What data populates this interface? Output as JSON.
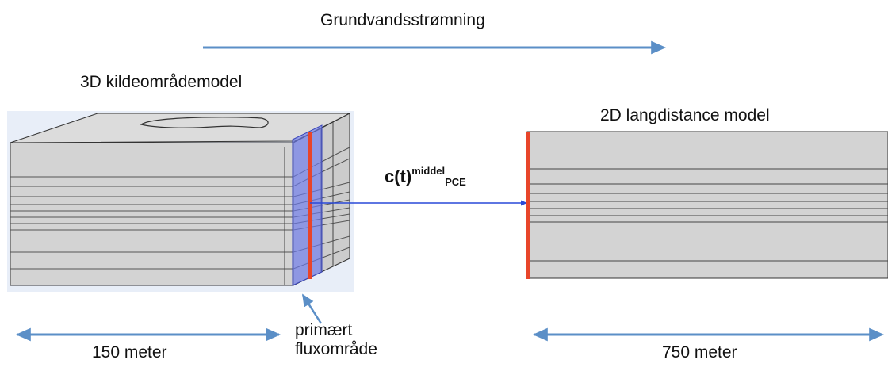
{
  "title": "Grundvandsstrømning",
  "model_3d": {
    "label": "3D kildeområdemodel",
    "width_label": "150 meter"
  },
  "model_2d": {
    "label": "2D langdistance model",
    "width_label": "750 meter"
  },
  "flux_zone": {
    "line1": "primært",
    "line2": "fluxområde"
  },
  "transfer": {
    "base": "c(t)",
    "superscript": "middel",
    "subscript": "PCE"
  },
  "colors": {
    "arrow": "#5b8fc7",
    "box_fill": "#d3d3d3",
    "box_top": "#dedede",
    "layer_line": "#555555",
    "red_boundary": "#e8452a",
    "flux_band": "#6d7bf0",
    "connector": "#2948d8"
  }
}
